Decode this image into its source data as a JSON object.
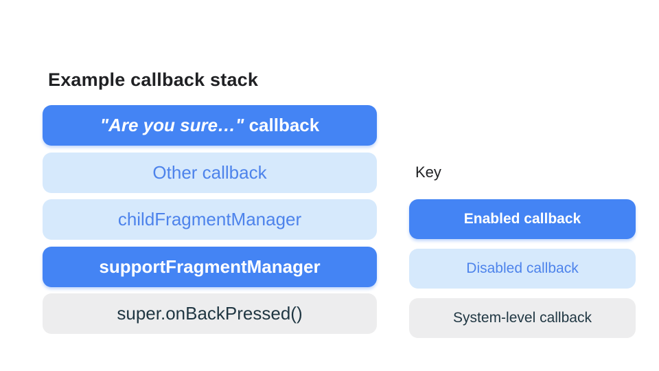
{
  "colors": {
    "enabled_bg": "#4484F4",
    "enabled_text": "#ffffff",
    "disabled_bg": "#D6E9FC",
    "disabled_text": "#4D83EB",
    "system_bg": "#EDEDEE",
    "system_text": "#1F3642",
    "title_text": "#202124"
  },
  "stack": {
    "title": "Example callback stack",
    "items": [
      {
        "label_italic": "\"Are you sure…\"",
        "label_rest": " callback",
        "type": "enabled"
      },
      {
        "label": "Other callback",
        "type": "disabled"
      },
      {
        "label": "childFragmentManager",
        "type": "disabled"
      },
      {
        "label": "supportFragmentManager",
        "type": "enabled"
      },
      {
        "label": "super.onBackPressed()",
        "type": "system"
      }
    ]
  },
  "key": {
    "title": "Key",
    "items": [
      {
        "label": "Enabled callback",
        "type": "enabled"
      },
      {
        "label": "Disabled callback",
        "type": "disabled"
      },
      {
        "label": "System-level callback",
        "type": "system"
      }
    ]
  }
}
